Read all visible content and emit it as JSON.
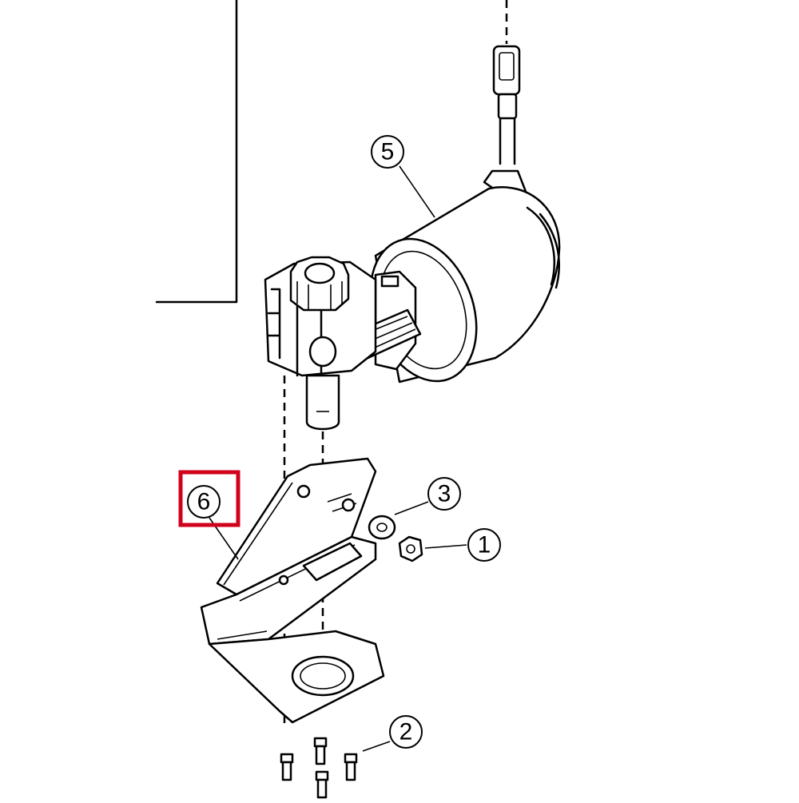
{
  "callouts": [
    {
      "id": "1",
      "label": "1"
    },
    {
      "id": "2",
      "label": "2"
    },
    {
      "id": "3",
      "label": "3"
    },
    {
      "id": "5",
      "label": "5"
    },
    {
      "id": "6",
      "label": "6"
    }
  ],
  "highlight_color": "#d0021b",
  "highlighted_callout": "6"
}
